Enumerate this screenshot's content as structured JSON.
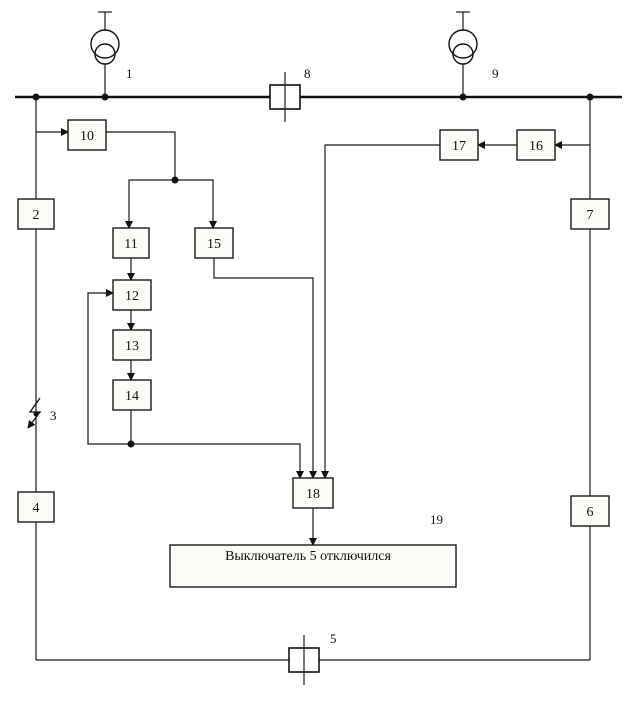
{
  "blocks": {
    "b2": "2",
    "b4": "4",
    "b6": "6",
    "b7": "7",
    "b10": "10",
    "b11": "11",
    "b12": "12",
    "b13": "13",
    "b14": "14",
    "b15": "15",
    "b16": "16",
    "b17": "17",
    "b18": "18"
  },
  "labels": {
    "n1": "1",
    "n3": "3",
    "n5": "5",
    "n8": "8",
    "n9": "9",
    "n19": "19"
  },
  "message": "Выключатель 5 отключился"
}
